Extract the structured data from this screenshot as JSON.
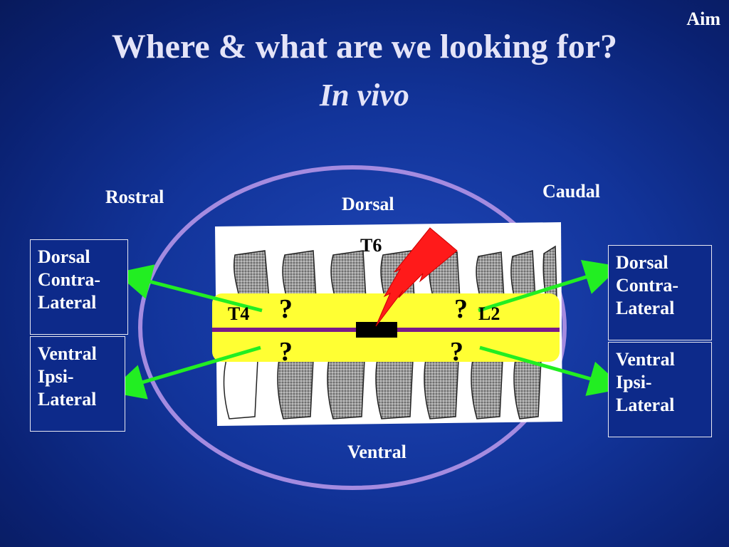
{
  "tag": "Aim",
  "title": "Where & what are we looking for?",
  "subtitle": "In vivo",
  "orientation": {
    "rostral": "Rostral",
    "caudal": "Caudal",
    "dorsal": "Dorsal",
    "ventral": "Ventral"
  },
  "segments": {
    "t6": "T6",
    "t4": "T4",
    "l2": "L2"
  },
  "unknown_mark": "?",
  "left_boxes": [
    {
      "lines": [
        "Dorsal",
        "Contra-",
        "Lateral"
      ]
    },
    {
      "lines": [
        "Ventral",
        "Ipsi-",
        "Lateral"
      ]
    }
  ],
  "right_boxes": [
    {
      "lines": [
        "Dorsal",
        "Contra-",
        "Lateral"
      ]
    },
    {
      "lines": [
        "Ventral",
        "Ipsi-",
        "Lateral"
      ]
    }
  ],
  "colors": {
    "ellipse": "#a48be0",
    "cord": "#ffff33",
    "midline": "#7a1a8a",
    "arrow": "#22ee22",
    "lightning": "#ff1a1a",
    "lesion": "#000000"
  }
}
